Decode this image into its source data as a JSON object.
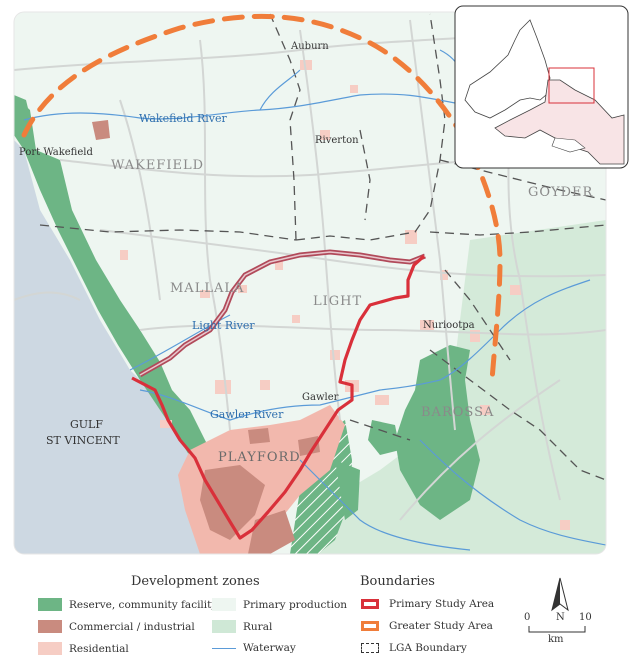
{
  "map": {
    "places": {
      "auburn": "Auburn",
      "port_wakefield": "Port Wakefield",
      "riverton": "Riverton",
      "nuriootpa": "Nuriootpa",
      "gawler": "Gawler"
    },
    "lgas": {
      "wakefield": "WAKEFIELD",
      "goyder": "GOYDER",
      "mallala": "MALLALA",
      "light": "LIGHT",
      "barossa": "BAROSSA",
      "playford": "PLAYFORD"
    },
    "rivers": {
      "wakefield": "Wakefield River",
      "light": "Light River",
      "gawler": "Gawler River"
    },
    "sea": {
      "line1": "GULF",
      "line2": "ST VINCENT"
    }
  },
  "legend": {
    "zones_title": "Development zones",
    "boundaries_title": "Boundaries",
    "zones": [
      {
        "label": "Reserve, community facility",
        "color": "#6db585"
      },
      {
        "label": "Commercial / industrial",
        "color": "#c98b7f"
      },
      {
        "label": "Residential",
        "color": "#f6cdc4"
      },
      {
        "label": "Primary production",
        "color": "#eef6f1"
      },
      {
        "label": "Rural",
        "color": "#cfe8d6"
      },
      {
        "label": "Waterway",
        "color": "#5b9bd8"
      }
    ],
    "boundaries": [
      {
        "label": "Primary Study Area",
        "color": "#d9303a"
      },
      {
        "label": "Greater Study Area",
        "color": "#f07d3a"
      },
      {
        "label": "LGA Boundary",
        "color": "#333333"
      }
    ]
  },
  "scale": {
    "start": "0",
    "end": "10",
    "unit": "km"
  },
  "north_label": "N"
}
